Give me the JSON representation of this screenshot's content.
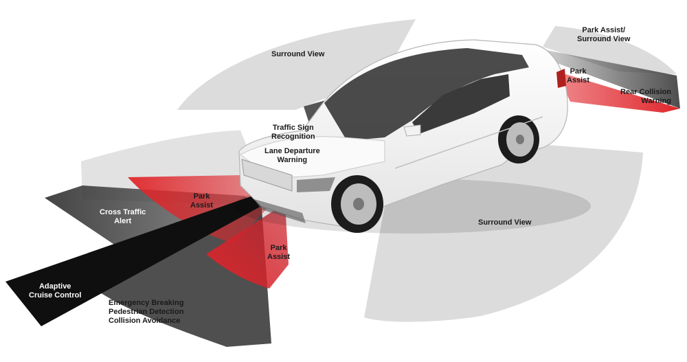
{
  "labels": {
    "surround_view_top": "Surround View",
    "park_assist_surround": [
      "Park Assist/",
      "Surround View"
    ],
    "park_assist_rear": [
      "Park",
      "Assist"
    ],
    "rear_collision": [
      "Rear Collision",
      "Warning"
    ],
    "traffic_sign": [
      "Traffic Sign",
      "Recognition"
    ],
    "lane_departure": [
      "Lane Departure",
      "Warning"
    ],
    "park_assist_front_left": [
      "Park",
      "Assist"
    ],
    "cross_traffic": [
      "Cross Traffic",
      "Alert"
    ],
    "park_assist_front_right": [
      "Park",
      "Assist"
    ],
    "surround_view_right": "Surround View",
    "adaptive_cruise": [
      "Adaptive",
      "Cruise Control"
    ],
    "emergency": [
      "Emergency Breaking",
      "Pedestrian Detection",
      "Collision Avoidance"
    ]
  },
  "colors": {
    "light_gray_zone": "#dcdcdc",
    "dark_gray_zone": "#3c3c3c",
    "black_zone": "#0f0f0f",
    "red_zone": "#e0262b",
    "car_body": "#f7f7f7"
  }
}
